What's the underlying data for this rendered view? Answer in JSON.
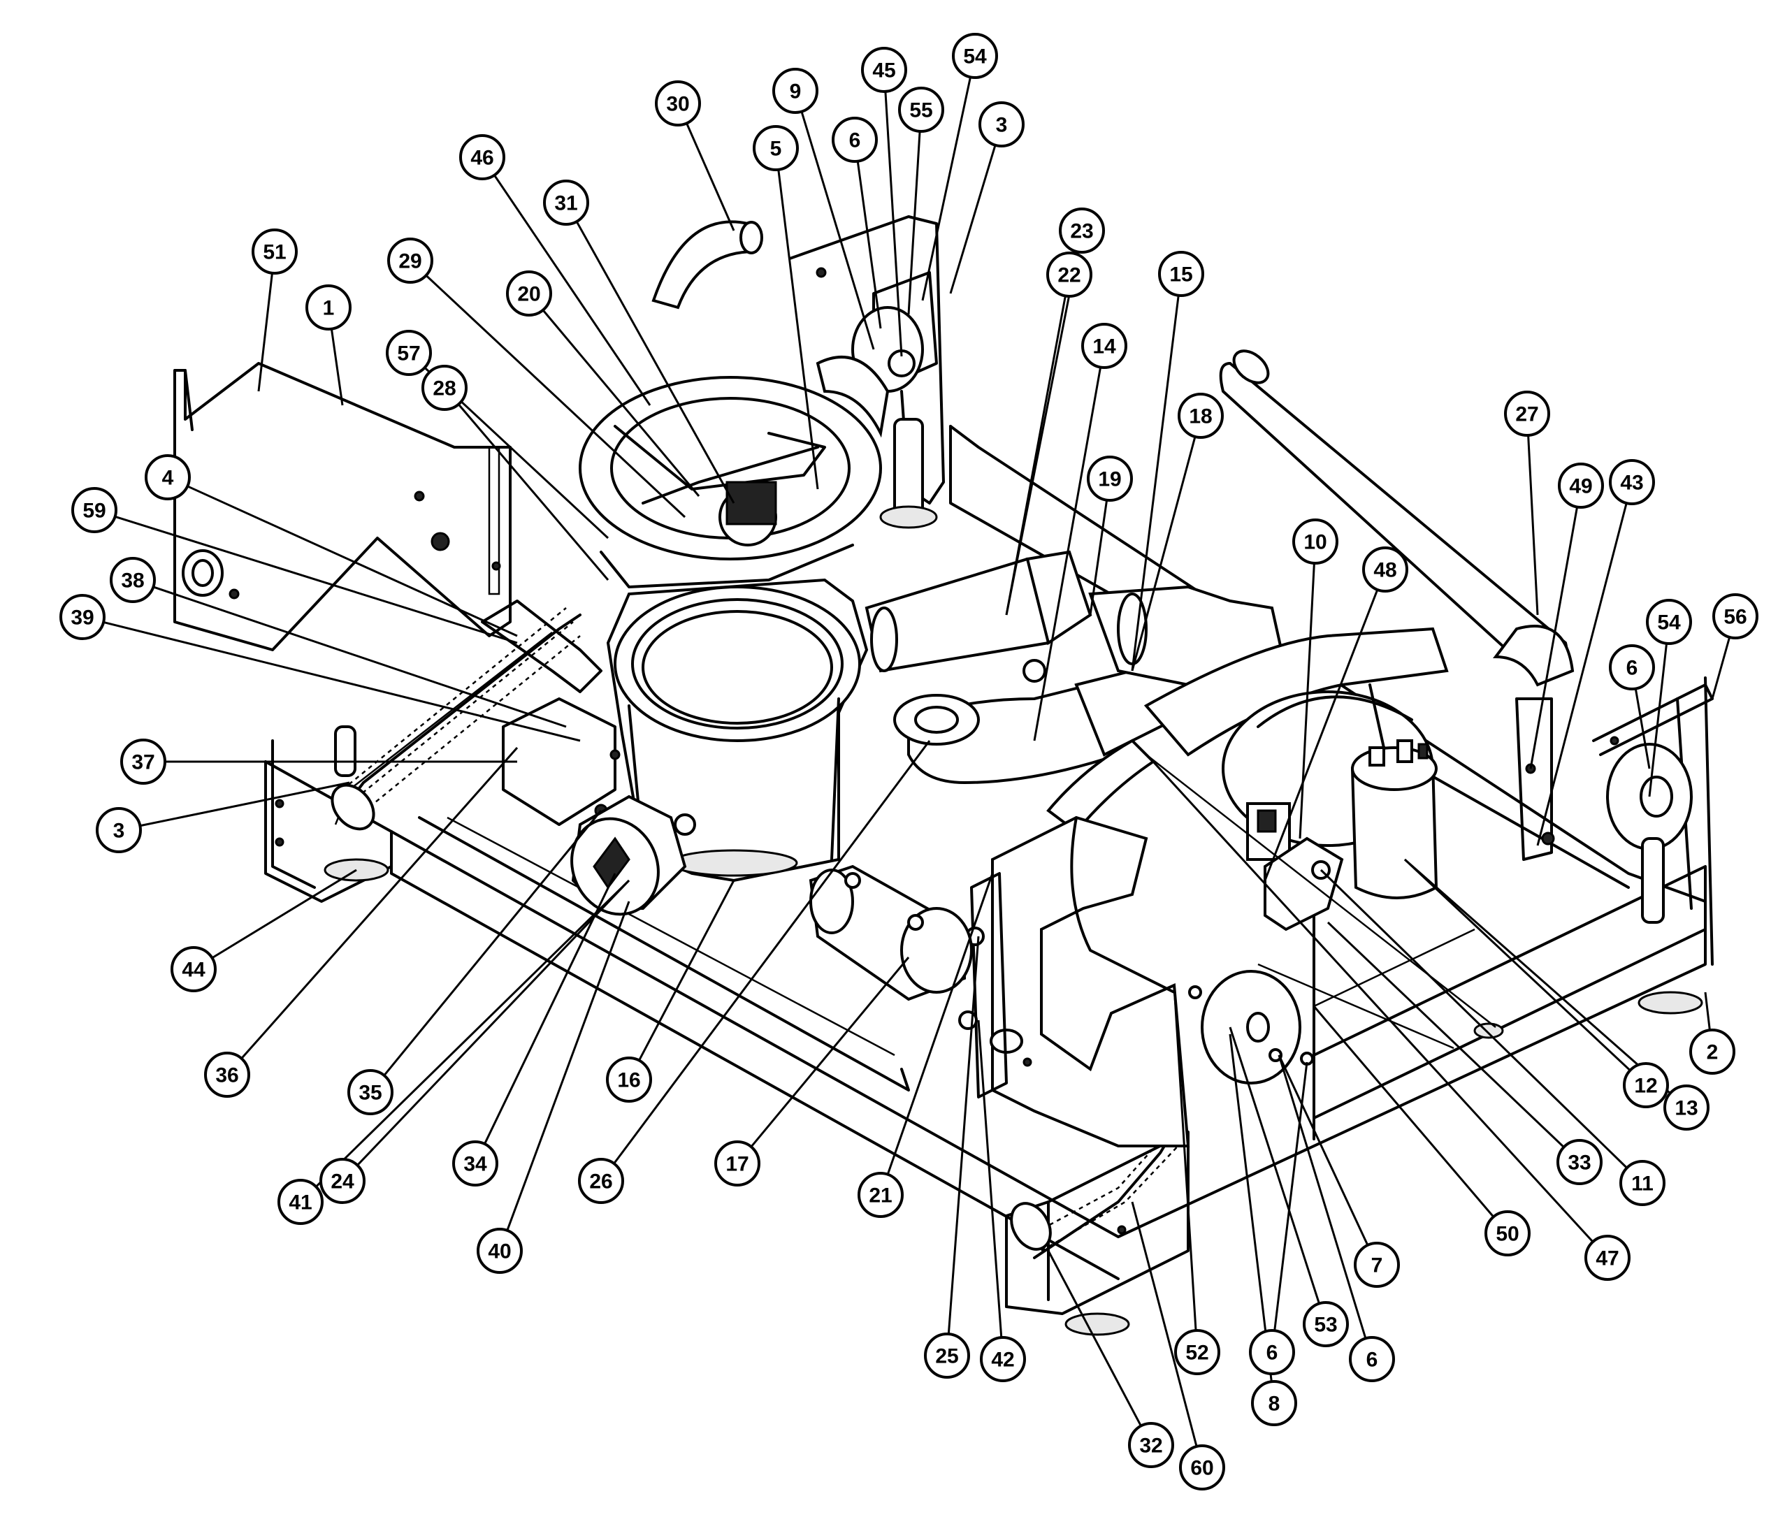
{
  "callouts": [
    {
      "label": "1"
    },
    {
      "label": "2"
    },
    {
      "label": "3"
    },
    {
      "label": "3"
    },
    {
      "label": "4"
    },
    {
      "label": "5"
    },
    {
      "label": "6"
    },
    {
      "label": "6"
    },
    {
      "label": "6"
    },
    {
      "label": "6"
    },
    {
      "label": "7"
    },
    {
      "label": "8"
    },
    {
      "label": "9"
    },
    {
      "label": "10"
    },
    {
      "label": "11"
    },
    {
      "label": "12"
    },
    {
      "label": "13"
    },
    {
      "label": "14"
    },
    {
      "label": "15"
    },
    {
      "label": "16"
    },
    {
      "label": "17"
    },
    {
      "label": "18"
    },
    {
      "label": "19"
    },
    {
      "label": "20"
    },
    {
      "label": "21"
    },
    {
      "label": "22"
    },
    {
      "label": "23"
    },
    {
      "label": "24"
    },
    {
      "label": "25"
    },
    {
      "label": "26"
    },
    {
      "label": "27"
    },
    {
      "label": "28"
    },
    {
      "label": "29"
    },
    {
      "label": "30"
    },
    {
      "label": "31"
    },
    {
      "label": "32"
    },
    {
      "label": "33"
    },
    {
      "label": "34"
    },
    {
      "label": "35"
    },
    {
      "label": "36"
    },
    {
      "label": "37"
    },
    {
      "label": "38"
    },
    {
      "label": "39"
    },
    {
      "label": "40"
    },
    {
      "label": "41"
    },
    {
      "label": "42"
    },
    {
      "label": "43"
    },
    {
      "label": "44"
    },
    {
      "label": "45"
    },
    {
      "label": "46"
    },
    {
      "label": "47"
    },
    {
      "label": "48"
    },
    {
      "label": "49"
    },
    {
      "label": "50"
    },
    {
      "label": "51"
    },
    {
      "label": "52"
    },
    {
      "label": "53"
    },
    {
      "label": "54"
    },
    {
      "label": "54"
    },
    {
      "label": "55"
    },
    {
      "label": "56"
    },
    {
      "label": "57"
    },
    {
      "label": "59"
    },
    {
      "label": "60"
    }
  ]
}
